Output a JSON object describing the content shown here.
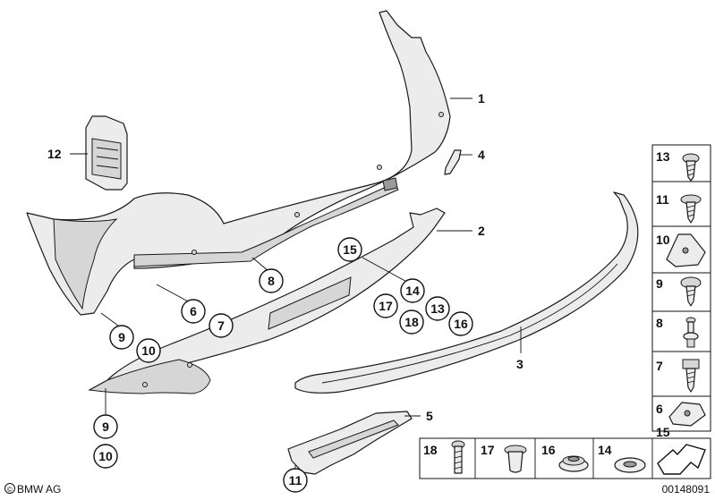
{
  "brand": {
    "text": "BMW AG",
    "mark": "©"
  },
  "diagram_number": "00148091",
  "plain_labels": [
    "1",
    "2",
    "3",
    "4",
    "5",
    "12"
  ],
  "circled_labels": [
    "15",
    "14",
    "17",
    "13",
    "18",
    "16",
    "8",
    "6",
    "7",
    "9",
    "10",
    "9",
    "10",
    "11"
  ],
  "side_panel_labels": [
    "13",
    "11",
    "10",
    "9",
    "8",
    "7",
    "6",
    "15"
  ],
  "bottom_panel_labels": [
    "18",
    "17",
    "16",
    "14"
  ]
}
